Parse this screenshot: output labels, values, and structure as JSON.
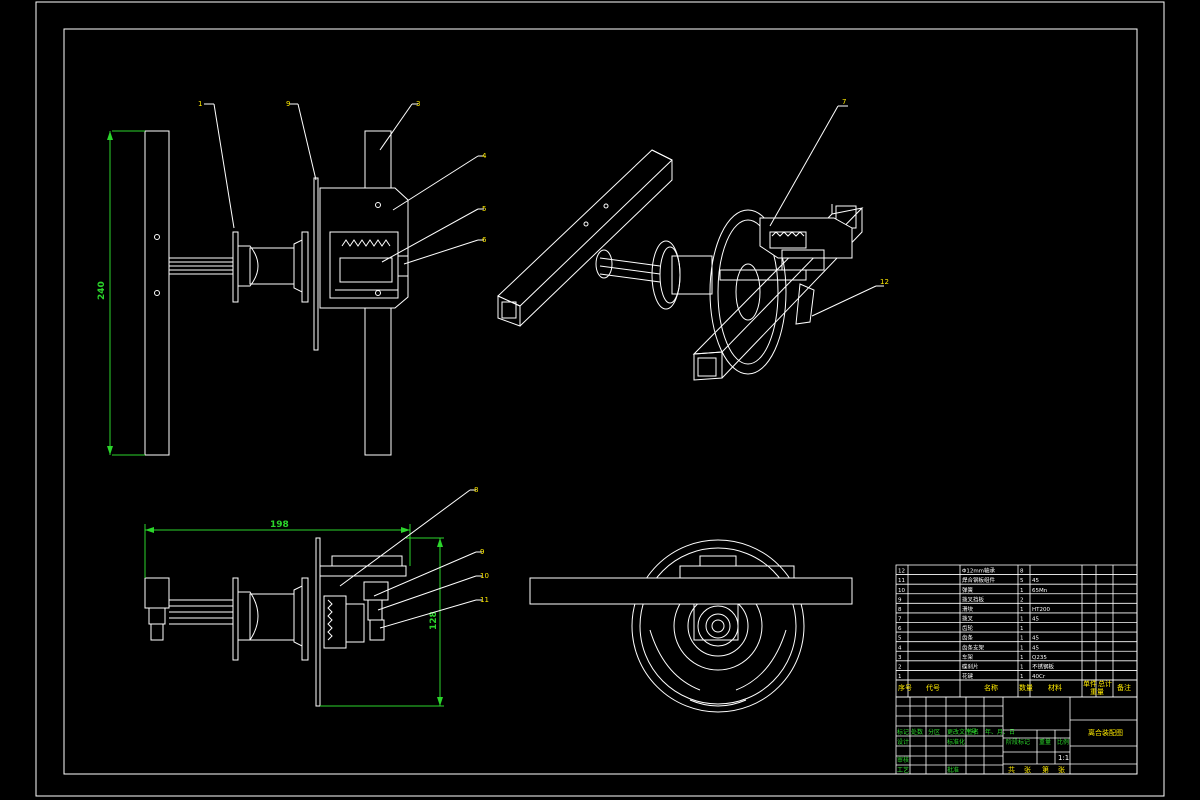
{
  "drawing": {
    "title_block_name": "离合装配图",
    "scale": "1:1",
    "sheet_row": [
      "共",
      "张",
      "第",
      "张"
    ]
  },
  "dimensions": {
    "top_view_height": "240",
    "bottom_view_width": "198",
    "bottom_view_height": "128"
  },
  "balloons": [
    "1",
    "9",
    "3",
    "4",
    "5",
    "6",
    "7",
    "12",
    "8",
    "9",
    "10",
    "11"
  ],
  "bom": {
    "rows": [
      {
        "no": "12",
        "name": "Φ12mm轴承",
        "qty": "8",
        "mat": ""
      },
      {
        "no": "11",
        "name": "焊合钢板组件",
        "qty": "5",
        "mat": "45"
      },
      {
        "no": "10",
        "name": "弹簧",
        "qty": "1",
        "mat": "65Mn"
      },
      {
        "no": "9",
        "name": "拨叉挡板",
        "qty": "2",
        "mat": ""
      },
      {
        "no": "8",
        "name": "滑块",
        "qty": "1",
        "mat": "HT200"
      },
      {
        "no": "7",
        "name": "拨叉",
        "qty": "1",
        "mat": "45"
      },
      {
        "no": "6",
        "name": "齿轮",
        "qty": "1",
        "mat": ""
      },
      {
        "no": "5",
        "name": "齿条",
        "qty": "1",
        "mat": "45"
      },
      {
        "no": "4",
        "name": "齿条支架",
        "qty": "1",
        "mat": "45"
      },
      {
        "no": "3",
        "name": "车架",
        "qty": "1",
        "mat": "Q235"
      },
      {
        "no": "2",
        "name": "碟刹片",
        "qty": "1",
        "mat": "不锈钢板"
      },
      {
        "no": "1",
        "name": "花键",
        "qty": "1",
        "mat": "40Cr"
      }
    ],
    "header": {
      "no": "序号",
      "code": "代号",
      "name": "名称",
      "qty": "数量",
      "mat": "材料",
      "unit": "单件",
      "total": "总计",
      "weight": "重量",
      "remark": "备注"
    }
  },
  "title_block": {
    "row1": [
      "标记",
      "处数",
      "分区",
      "更改文件号",
      "签名",
      "年、月、日"
    ],
    "row2": [
      "设计",
      "",
      "",
      "标准化"
    ],
    "row3": [
      "审核"
    ],
    "row4": [
      "工艺",
      "",
      "",
      "批准"
    ],
    "stage_label": "阶段标记",
    "weight_label": "重量",
    "scale_label": "比例"
  }
}
